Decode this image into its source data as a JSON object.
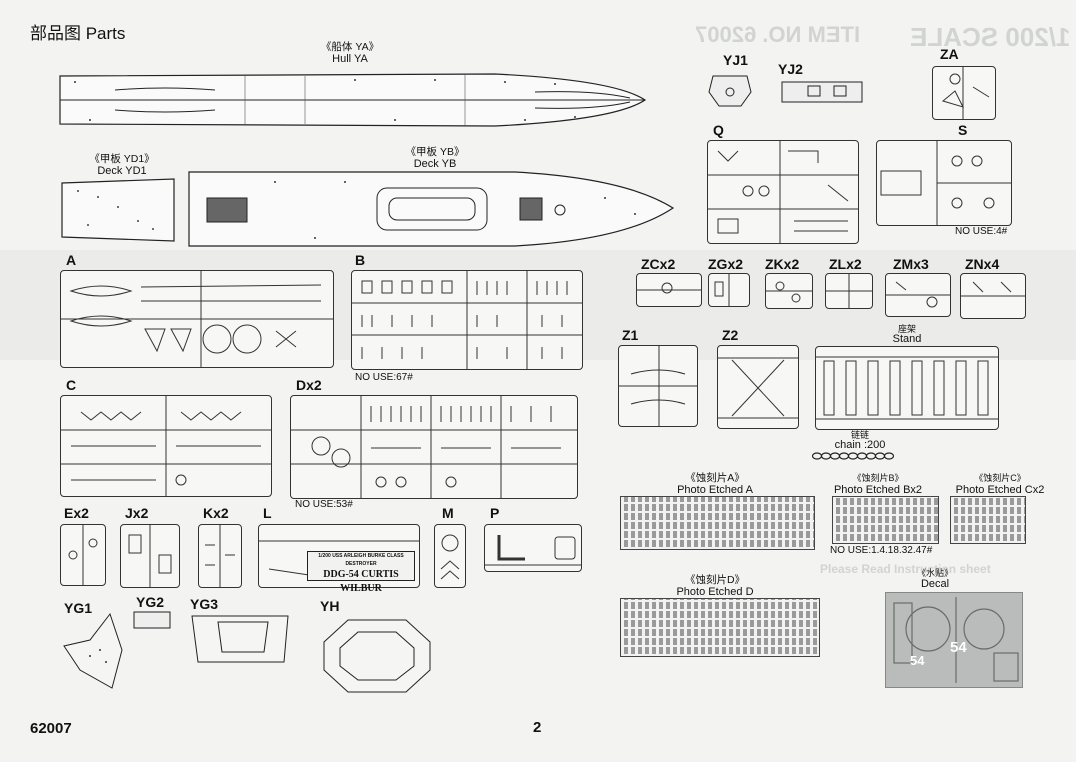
{
  "header": {
    "title": "部品图 Parts"
  },
  "hulls": {
    "hull_cn": "《船体 YA》",
    "hull_en": "Hull YA",
    "deck_yd1_cn": "《甲板 YD1》",
    "deck_yd1_en": "Deck YD1",
    "deck_yb_cn": "《甲板 YB》",
    "deck_yb_en": "Deck YB"
  },
  "sprues": {
    "a": "A",
    "b": "B",
    "c": "C",
    "dx2": "Dx2",
    "ex2": "Ex2",
    "jx2": "Jx2",
    "kx2": "Kx2",
    "l": "L",
    "m": "M",
    "p": "P",
    "yj1": "YJ1",
    "yj2": "YJ2",
    "za": "ZA",
    "q": "Q",
    "s": "S",
    "zcx2": "ZCx2",
    "zgx2": "ZGx2",
    "zkx2": "ZKx2",
    "zlx2": "ZLx2",
    "zmx3": "ZMx3",
    "znx4": "ZNx4",
    "z1": "Z1",
    "z2": "Z2",
    "yg1": "YG1",
    "yg2": "YG2",
    "yg3": "YG3",
    "yh": "YH"
  },
  "notes": {
    "b_no_use": "NO USE:67#",
    "dx2_no_use": "NO USE:53#",
    "s_no_use": "NO USE:4#",
    "pe_b_no_use": "NO USE:1.4.18.32.47#"
  },
  "stand": {
    "cn": "座架",
    "en": "Stand"
  },
  "chain": {
    "cn": "链链",
    "en": "chain :200"
  },
  "photo_etched": {
    "a_cn": "《蚀刻片A》",
    "a_en": "Photo Etched A",
    "b_cn": "《蚀刻片B》",
    "b_en": "Photo Etched Bx2",
    "c_cn": "《蚀刻片C》",
    "c_en": "Photo Etched Cx2",
    "d_cn": "《蚀刻片D》",
    "d_en": "Photo Etched D"
  },
  "decal": {
    "cn": "《水贴》",
    "en": "Decal",
    "num1": "54",
    "num2": "54"
  },
  "nameplate": {
    "line1": "1/200 USS ARLEIGH BURKE CLASS DESTROYER",
    "line2": "DDG-54 CURTIS WILBUR"
  },
  "background_text": {
    "scale": "1/200 SCALE",
    "item": "ITEM NO. 62007",
    "notice": "Please Read Instruction sheet"
  },
  "footer": {
    "item_no": "62007",
    "page_no": "2"
  }
}
